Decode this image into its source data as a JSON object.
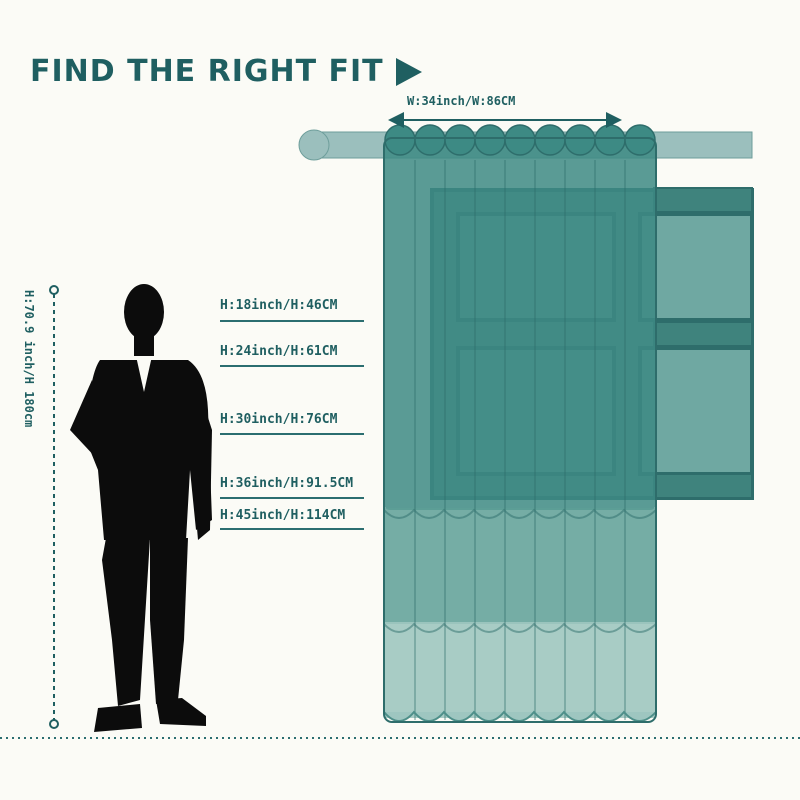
{
  "title": "FIND THE RIGHT FIT",
  "curtain_width": "W:34inch/W:86CM",
  "person_height": "H:70.9 inch/H 180cm",
  "sizes": [
    {
      "label": "H:18inch/H:46CM"
    },
    {
      "label": "H:24inch/H:61CM"
    },
    {
      "label": "H:30inch/H:76CM"
    },
    {
      "label": "H:36inch/H:91.5CM"
    },
    {
      "label": "H:45inch/H:114CM"
    }
  ],
  "colors": {
    "accent": "#1f5f61",
    "curtain": "#3d8a84",
    "background": "#fbfbf6"
  }
}
